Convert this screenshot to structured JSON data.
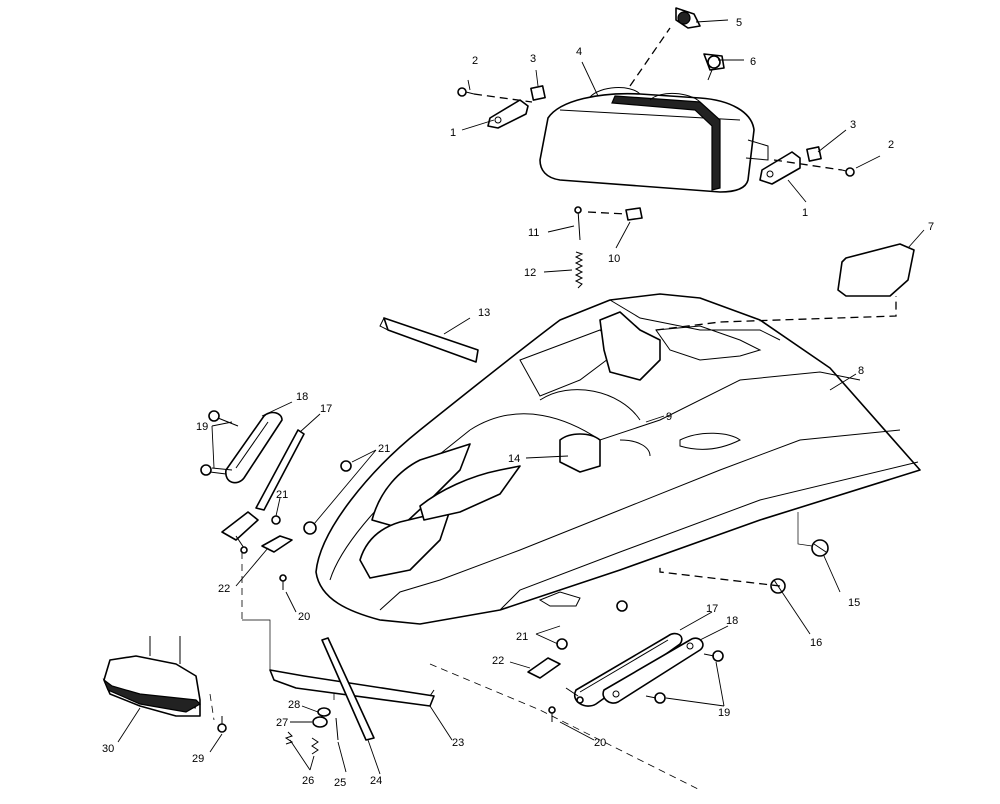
{
  "diagram": {
    "callouts": [
      "1",
      "2",
      "3",
      "4",
      "5",
      "6",
      "3",
      "2",
      "1",
      "11",
      "10",
      "12",
      "7",
      "13",
      "8",
      "9",
      "14",
      "18",
      "17",
      "19",
      "21",
      "21",
      "22",
      "20",
      "15",
      "16",
      "17",
      "18",
      "21",
      "22",
      "19",
      "20",
      "23",
      "28",
      "27",
      "24",
      "25",
      "26",
      "30",
      "29"
    ]
  }
}
